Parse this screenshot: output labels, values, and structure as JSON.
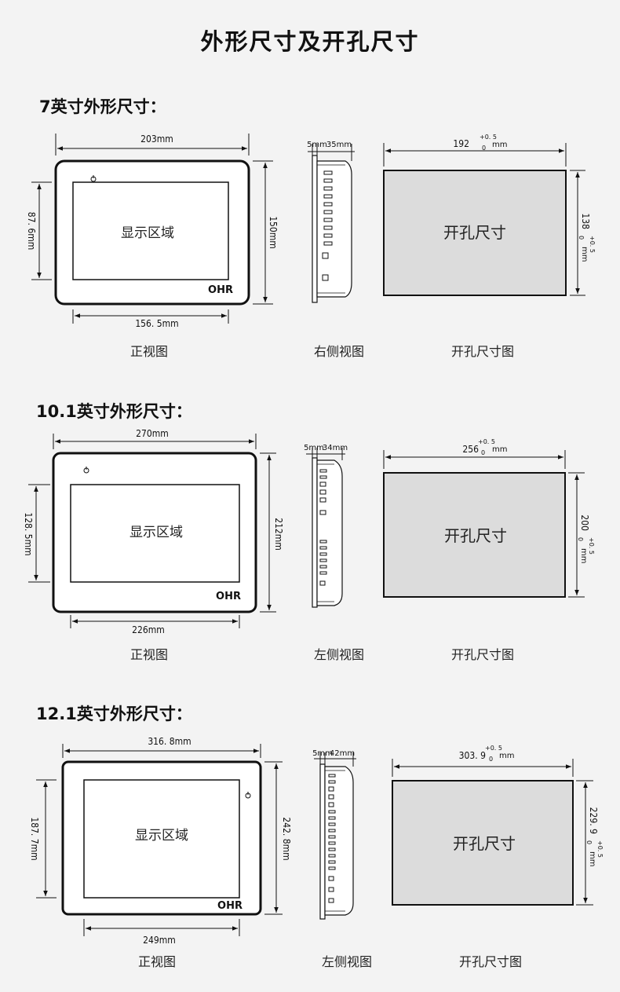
{
  "title": "外形尺寸及开孔尺寸",
  "sections": [
    {
      "heading": "7英寸外形尺寸：",
      "front": {
        "width": "203mm",
        "height": "150mm",
        "display_width": "156. 5mm",
        "display_height": "87. 6mm",
        "display_label": "显示区域",
        "logo": "OHR"
      },
      "side": {
        "bezel": "5mm",
        "depth": "35mm"
      },
      "cutout": {
        "width_base": "192",
        "width_tol_upper": "+0. 5",
        "width_tol_lower": "0",
        "width_unit": "mm",
        "height_base": "138",
        "height_tol_upper": "+0. 5",
        "height_tol_lower": "0",
        "height_unit": "mm",
        "label": "开孔尺寸"
      },
      "captions": {
        "front": "正视图",
        "side": "右侧视图",
        "cutout": "开孔尺寸图"
      }
    },
    {
      "heading": "10.1英寸外形尺寸：",
      "front": {
        "width": "270mm",
        "height": "212mm",
        "display_width": "226mm",
        "display_height": "128. 5mm",
        "display_label": "显示区域",
        "logo": "OHR"
      },
      "side": {
        "bezel": "5mm",
        "depth": "34mm"
      },
      "cutout": {
        "width_base": "256",
        "width_tol_upper": "+0. 5",
        "width_tol_lower": "0",
        "width_unit": "mm",
        "height_base": "200",
        "height_tol_upper": "+0. 5",
        "height_tol_lower": "0",
        "height_unit": "mm",
        "label": "开孔尺寸"
      },
      "captions": {
        "front": "正视图",
        "side": "左侧视图",
        "cutout": "开孔尺寸图"
      }
    },
    {
      "heading": "12.1英寸外形尺寸：",
      "front": {
        "width": "316. 8mm",
        "height": "242. 8mm",
        "display_width": "249mm",
        "display_height": "187. 7mm",
        "display_label": "显示区域",
        "logo": "OHR"
      },
      "side": {
        "bezel": "5mm",
        "depth": "42mm"
      },
      "cutout": {
        "width_base": "303. 9",
        "width_tol_upper": "+0. 5",
        "width_tol_lower": "0",
        "width_unit": "mm",
        "height_base": "229. 9",
        "height_tol_upper": "+0. 5",
        "height_tol_lower": "0",
        "height_unit": "mm",
        "label": "开孔尺寸"
      },
      "captions": {
        "front": "正视图",
        "side": "左侧视图",
        "cutout": "开孔尺寸图"
      }
    }
  ]
}
